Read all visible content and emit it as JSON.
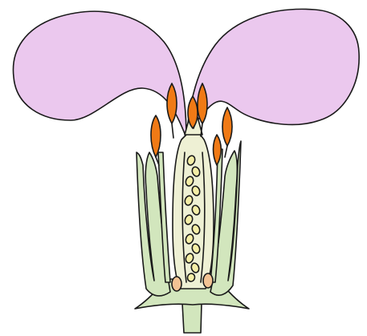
{
  "diagram": {
    "parts": [
      {
        "id": "petal-left",
        "icon": "petal"
      },
      {
        "id": "petal-right",
        "icon": "petal"
      },
      {
        "id": "sepal-left",
        "icon": "sepal"
      },
      {
        "id": "sepal-right",
        "icon": "sepal"
      },
      {
        "id": "filament",
        "icon": "stalk"
      },
      {
        "id": "anther",
        "icon": "anther",
        "count": 6
      },
      {
        "id": "ovary",
        "icon": "ovary"
      },
      {
        "id": "ovule",
        "icon": "ovule",
        "count": 13
      },
      {
        "id": "stigma",
        "icon": "stigma"
      },
      {
        "id": "nectary",
        "icon": "gland",
        "count": 2
      },
      {
        "id": "receptacle",
        "icon": "receptacle"
      },
      {
        "id": "stem",
        "icon": "stem"
      }
    ],
    "colors": {
      "petal": "#ebc8ee",
      "anther": "#f07a16",
      "green": "#d2e6bd",
      "ovary": "#eef0d4",
      "ovule": "#f4eea6",
      "nectary": "#f2c394",
      "outline": "#1a1a1a"
    }
  }
}
